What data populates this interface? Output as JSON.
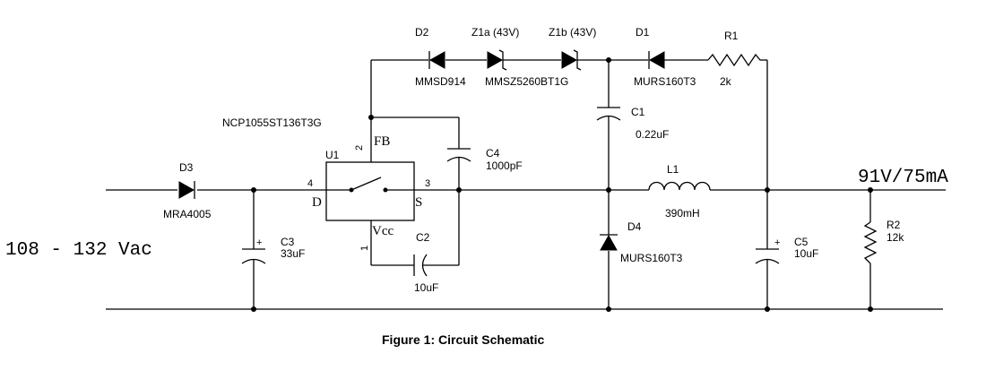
{
  "caption": "Figure 1: Circuit Schematic",
  "input_label": "108 - 132 Vac",
  "output_label": "91V/75mA",
  "ic": {
    "ref": "U1",
    "part": "NCP1055ST136T3G",
    "pin_fb": "FB",
    "pin_fb_num": "2",
    "pin_d": "D",
    "pin_d_num": "4",
    "pin_s": "S",
    "pin_s_num": "3",
    "pin_vcc": "Vcc",
    "pin_vcc_num": "1"
  },
  "components": {
    "d3": {
      "ref": "D3",
      "value": "MRA4005"
    },
    "d2": {
      "ref": "D2",
      "value": "MMSD914"
    },
    "z1a": {
      "ref": "Z1a (43V)",
      "value": "MMSZ5260BT1G"
    },
    "z1b": {
      "ref": "Z1b (43V)"
    },
    "d1": {
      "ref": "D1",
      "value": "MURS160T3"
    },
    "r1": {
      "ref": "R1",
      "value": "2k"
    },
    "c1": {
      "ref": "C1",
      "value": "0.22uF"
    },
    "c4": {
      "ref": "C4",
      "value": "1000pF"
    },
    "c2": {
      "ref": "C2",
      "value": "10uF"
    },
    "c3": {
      "ref": "C3",
      "value": "33uF"
    },
    "l1": {
      "ref": "L1",
      "value": "390mH"
    },
    "d4": {
      "ref": "D4",
      "value": "MURS160T3"
    },
    "c5": {
      "ref": "C5",
      "value": "10uF"
    },
    "r2": {
      "ref": "R2",
      "value": "12k"
    }
  },
  "polarity_mark": "+"
}
